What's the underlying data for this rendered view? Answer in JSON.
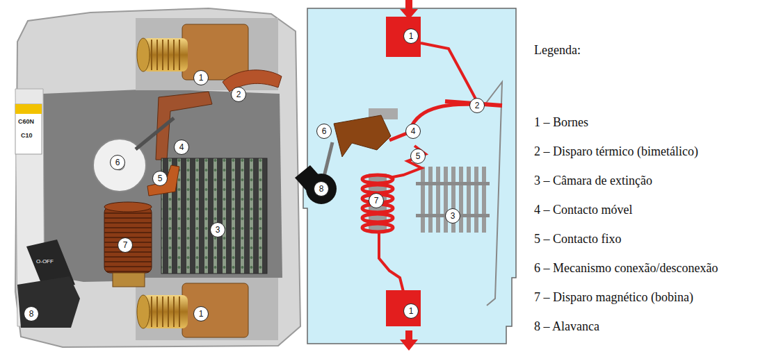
{
  "diagram": {
    "labels": [
      "1",
      "2",
      "C60N",
      "C10",
      "4",
      "6",
      "5",
      "3",
      "7",
      "O-OFF",
      "8",
      "1",
      "1",
      "2",
      "6",
      "4",
      "5",
      "8",
      "7",
      "3",
      "1",
      "Legenda:"
    ],
    "legend": [
      {
        "text": "1 – Bornes"
      },
      {
        "text": "2 – Disparo térmico (bimetálico)"
      },
      {
        "text": "3 – Câmara de extinção"
      },
      {
        "text": "4 – Contacto móvel"
      },
      {
        "text": "5 – Contacto fixo"
      },
      {
        "text": "6 – Mecanismo conexão/desconexão"
      },
      {
        "text": "7 – Disparo magnético (bobina)"
      },
      {
        "text": "8 – Alavanca"
      }
    ]
  }
}
